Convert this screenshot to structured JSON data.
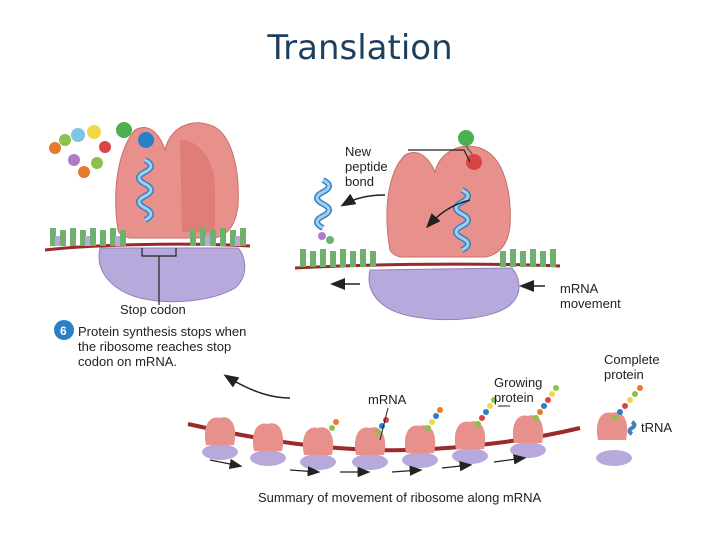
{
  "title": "Translation",
  "labels": {
    "new_peptide_bond": [
      "New",
      "peptide",
      "bond"
    ],
    "stop_codon": "Stop codon",
    "mrna_movement": [
      "mRNA",
      "movement"
    ],
    "step_number": "6",
    "step_text": [
      "Protein synthesis stops when",
      "the ribosome reaches stop",
      "codon on mRNA."
    ],
    "mrna": "mRNA",
    "growing_protein": [
      "Growing",
      "protein"
    ],
    "complete_protein": [
      "Complete",
      "protein"
    ],
    "trna": "tRNA",
    "summary": "Summary of movement of ribosome along mRNA"
  },
  "colors": {
    "title": "#1f3f5f",
    "ribosome_large": "#e8918c",
    "ribosome_small": "#b8a9dc",
    "mrna_strand": "#9b2a2a",
    "trna": "#6fb0e0",
    "step_badge": "#2a7fc9"
  },
  "icons": [
    "ribosome-icon",
    "trna-icon",
    "amino-acid-icon",
    "arrow-icon"
  ]
}
